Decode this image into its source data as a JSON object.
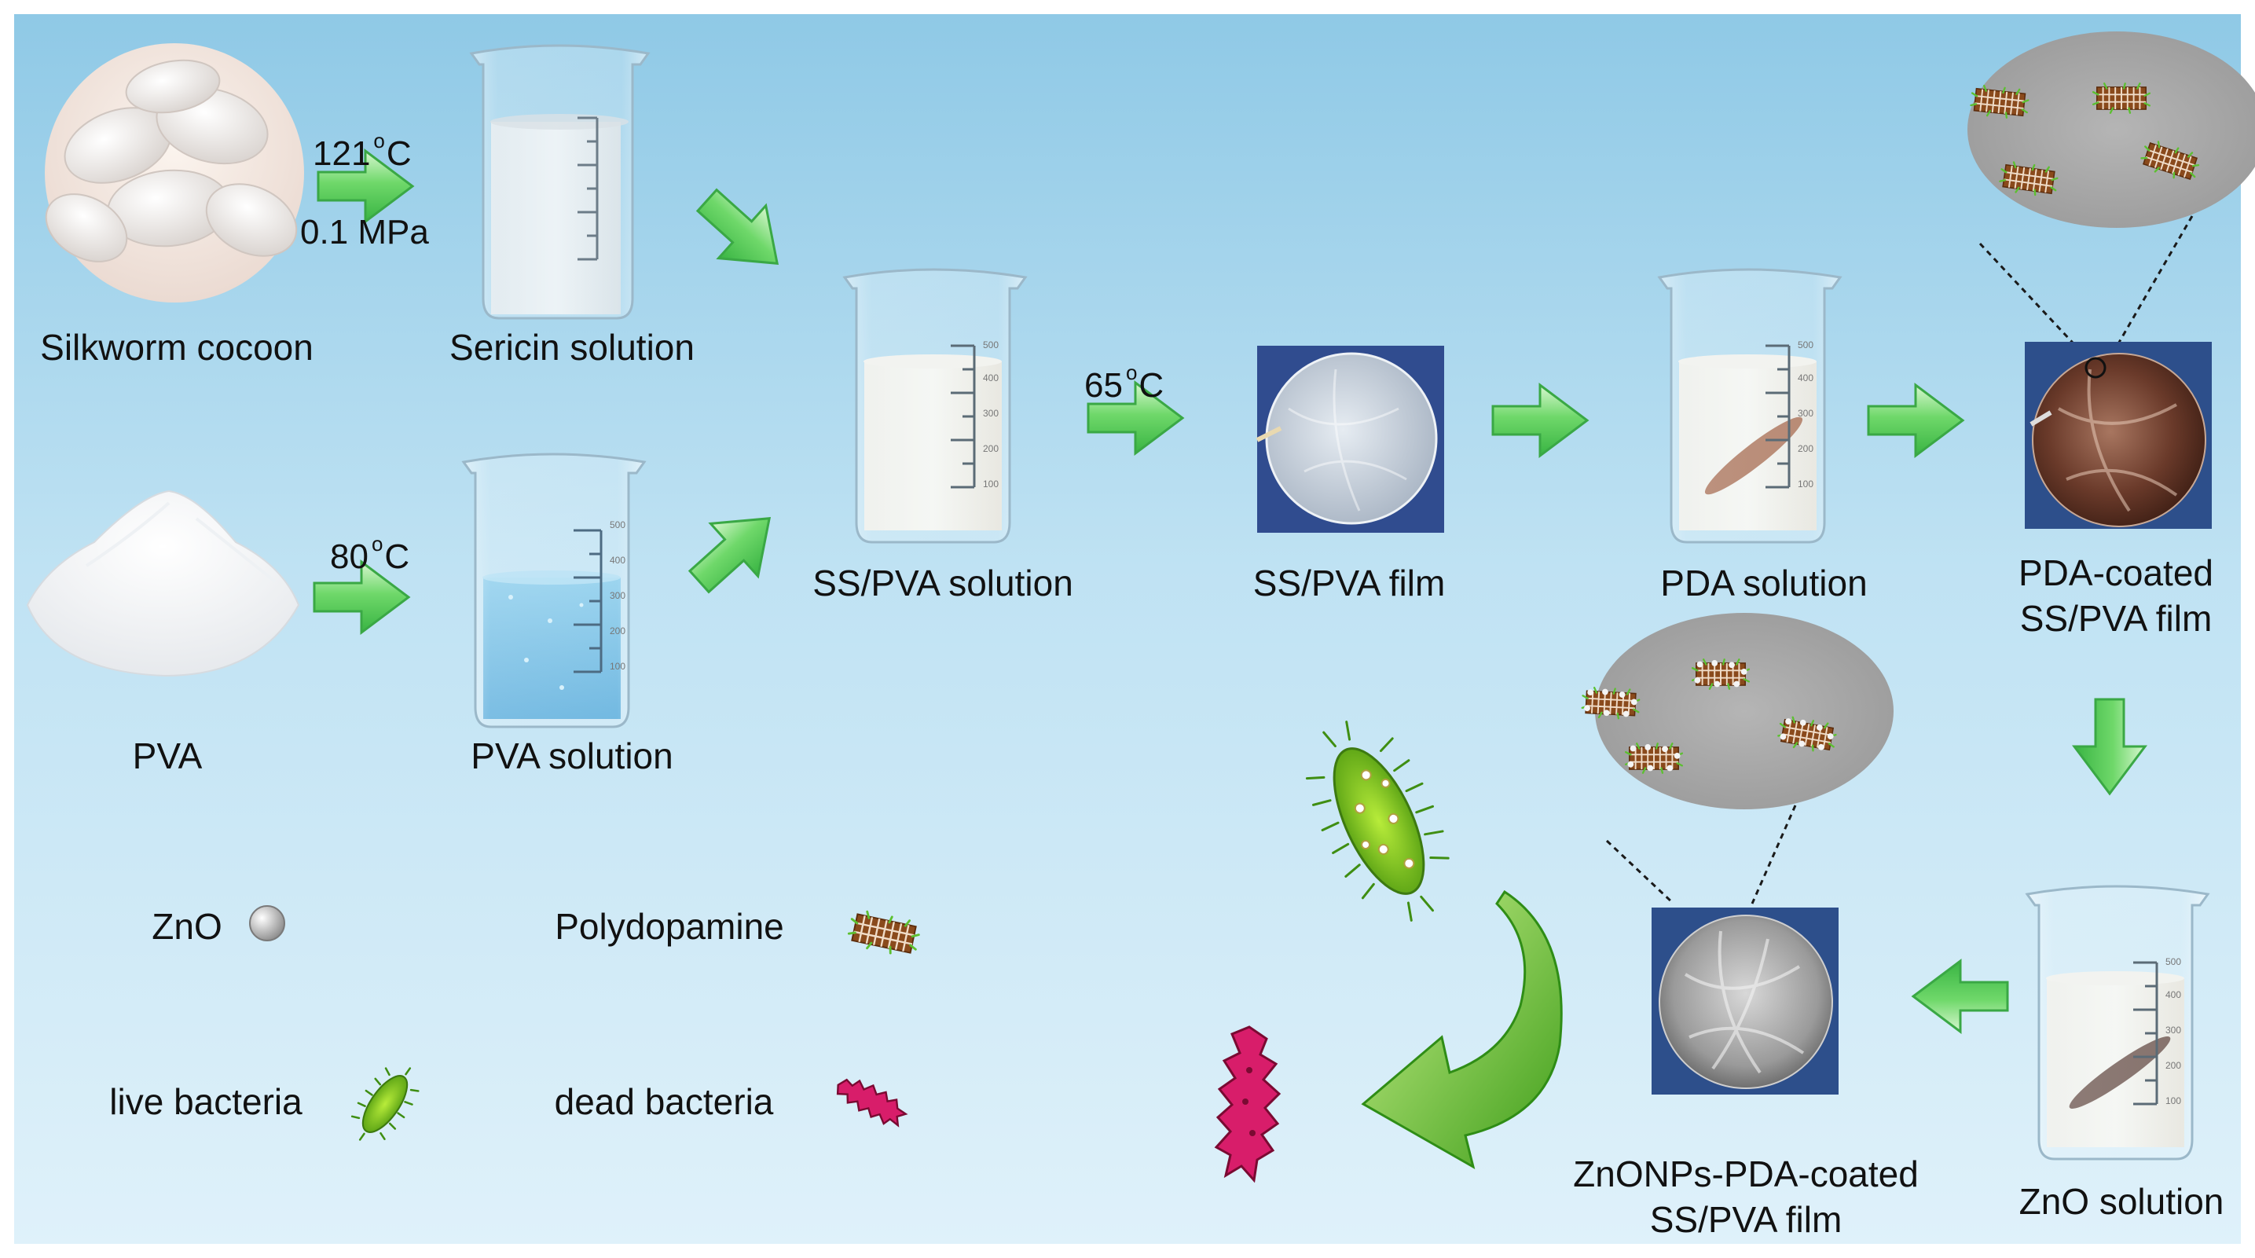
{
  "colors": {
    "background_top": "#8fc9e6",
    "background_bottom": "#dcf0fa",
    "arrow_green": "#5cd05c",
    "pda_brown": "#6b2a10",
    "zno_particle": "#c8c8c8",
    "live_bacteria": "#7cc520",
    "dead_bacteria": "#d81d6a"
  },
  "materials": {
    "silkworm_cocoon": "Silkworm cocoon",
    "pva": "PVA",
    "sericin_solution": "Sericin solution",
    "pva_solution": "PVA solution",
    "ss_pva_solution": "SS/PVA solution",
    "ss_pva_film": "SS/PVA film",
    "pda_solution": "PDA solution",
    "pda_coated_line1": "PDA-coated",
    "pda_coated_line2": "SS/PVA film",
    "zno_solution": "ZnO solution",
    "final_line1": "ZnONPs-PDA-coated",
    "final_line2": "SS/PVA film"
  },
  "conditions": {
    "cocoon_temp": "121",
    "cocoon_temp_unit": "C",
    "cocoon_pressure": "0.1 MPa",
    "pva_temp": "80",
    "pva_temp_unit": "C",
    "mix_temp": "65",
    "mix_temp_unit": "C",
    "degree_symbol": "o"
  },
  "beaker_scale": [
    "500",
    "400",
    "300",
    "200",
    "100"
  ],
  "legend": {
    "zno": "ZnO",
    "polydopamine": "Polydopamine",
    "live_bacteria": "live bacteria",
    "dead_bacteria": "dead bacteria"
  },
  "icons": [
    "cocoon-photo",
    "pva-powder",
    "beaker-icon",
    "film-photo",
    "zoom-bubble-icon",
    "bacteria-icon",
    "zno-sphere-icon",
    "pda-mesh-icon",
    "curved-arrow-icon"
  ]
}
